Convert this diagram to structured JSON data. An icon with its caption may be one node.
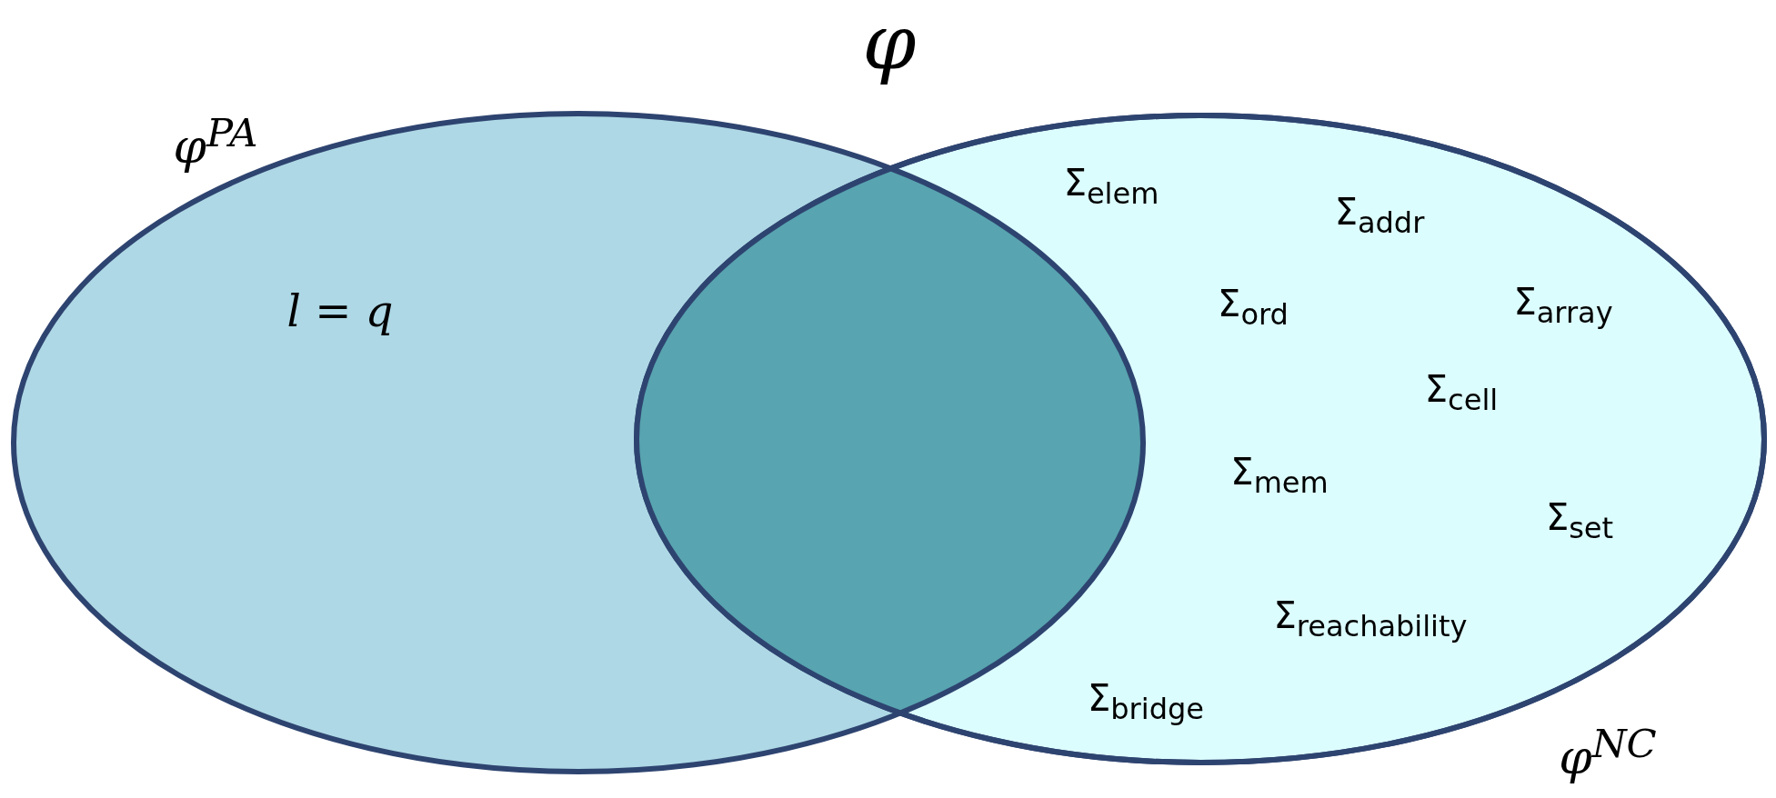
{
  "diagram": {
    "nodes": [
      {
        "text": [
          "φ$^{PA}$",
          "l = q"
        ]
      },
      {
        "text": [
          "φ$^{NC}$",
          "Σ$_{elem}$",
          "Σ$_{addr}$",
          "Σ$_{ord}$",
          "Σ$_{array}$",
          "Σ$_{cell}$",
          "Σ$_{mem}$",
          "Σ$_{set}$",
          "Σ$_{reachability}$",
          "Σ$_{bridge}$"
        ]
      }
    ],
    "edges": [],
    "labels": [
      "φ"
    ]
  }
}
